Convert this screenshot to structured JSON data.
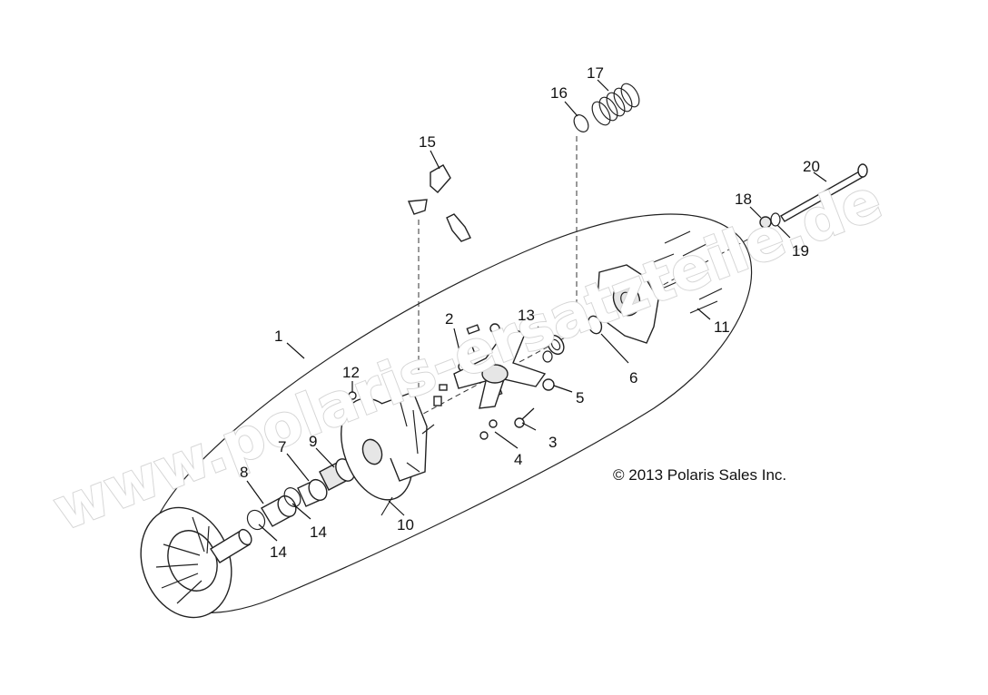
{
  "diagram": {
    "watermark": "www.polaris-ersatzteile.de",
    "copyright": "© 2013 Polaris Sales Inc.",
    "callouts": {
      "c1": "1",
      "c2": "2",
      "c3": "3",
      "c4": "4",
      "c5": "5",
      "c6": "6",
      "c7": "7",
      "c8": "8",
      "c9": "9",
      "c10": "10",
      "c11": "11",
      "c12": "12",
      "c13": "13",
      "c14a": "14",
      "c14b": "14",
      "c15": "15",
      "c16": "16",
      "c17": "17",
      "c18": "18",
      "c19": "19",
      "c20": "20"
    }
  }
}
